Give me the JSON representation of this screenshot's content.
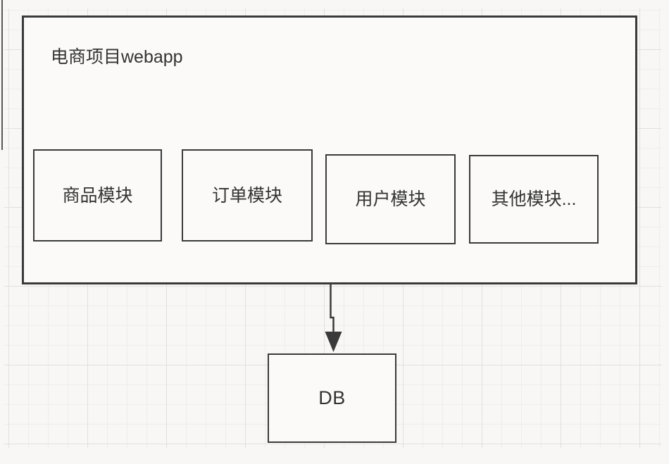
{
  "diagram": {
    "container": {
      "label": "电商项目webapp",
      "modules": [
        {
          "label": "商品模块"
        },
        {
          "label": "订单模块"
        },
        {
          "label": "用户模块"
        },
        {
          "label": "其他模块..."
        }
      ]
    },
    "db": {
      "label": "DB"
    },
    "edges": [
      {
        "from": "电商项目webapp",
        "to": "DB",
        "type": "arrow-down"
      }
    ],
    "colors": {
      "node_border": "#3a3a3a",
      "node_fill": "#fbfaf9",
      "text": "#333333",
      "canvas_bg": "#f8f7f5",
      "grid_minor": "#efedeb",
      "grid_major": "#e2e0de"
    }
  }
}
